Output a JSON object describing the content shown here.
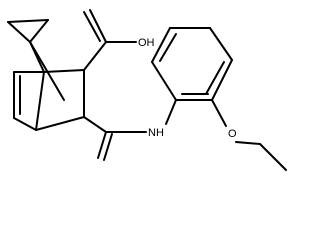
{
  "molecule": {
    "labels": {
      "acid_oh": "OH",
      "amide_nh": "NH",
      "ether_o": "O"
    },
    "colors": {
      "bond": "#000000",
      "background": "#ffffff"
    }
  }
}
